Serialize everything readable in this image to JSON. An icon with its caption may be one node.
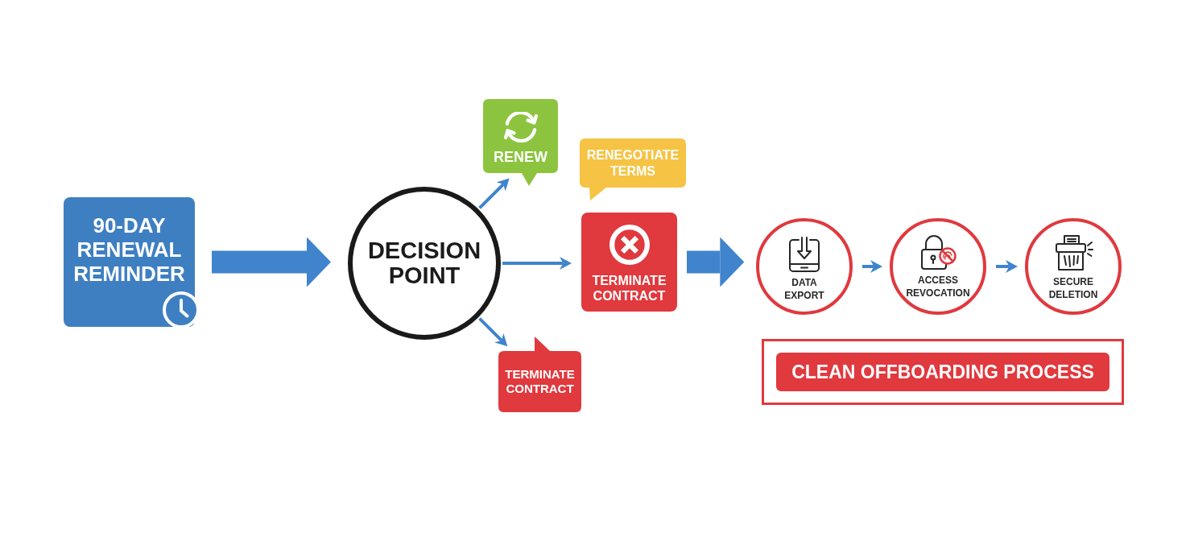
{
  "diagram": {
    "nodes": [
      {
        "text": [
          "90-DAY RENEWAL REMINDER"
        ]
      },
      {
        "text": [
          "DECISION POINT"
        ]
      },
      {
        "text": [
          "RENEW"
        ]
      },
      {
        "text": [
          "RENEGOTIATE TERMS"
        ]
      },
      {
        "text": [
          "TERMINATE CONTRACT"
        ]
      },
      {
        "text": [
          "TERMINATE CONTRACT"
        ]
      },
      {
        "text": [
          "DATA EXPORT"
        ]
      },
      {
        "text": [
          "ACCESS REVOCATION"
        ]
      },
      {
        "text": [
          "SECURE DELETION"
        ]
      },
      {
        "text": [
          "CLEAN OFFBOARDING PROCESS"
        ]
      }
    ],
    "edges": [
      {
        "from": 0,
        "to": 1,
        "arrow": "to",
        "style": "thick"
      },
      {
        "from": 1,
        "to": 2,
        "arrow": "to"
      },
      {
        "from": 1,
        "to": 4,
        "arrow": "to"
      },
      {
        "from": 1,
        "to": 5,
        "arrow": "to"
      },
      {
        "from": 4,
        "to": 6,
        "arrow": "to",
        "style": "thick"
      },
      {
        "from": 6,
        "to": 7,
        "arrow": "to"
      },
      {
        "from": 7,
        "to": 8,
        "arrow": "to"
      }
    ]
  }
}
